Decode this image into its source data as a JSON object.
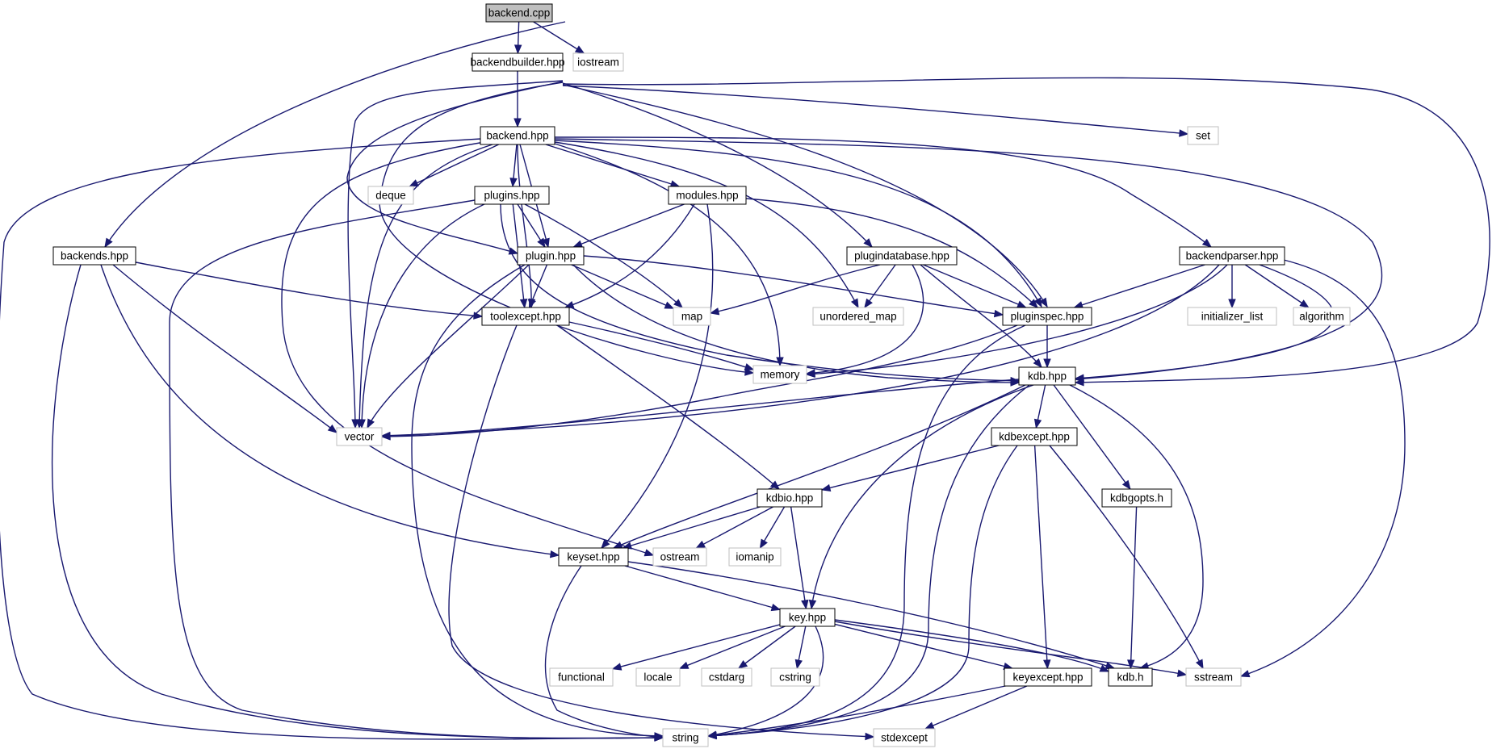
{
  "colors": {
    "edge": "#191970",
    "root_fill": "#bfbfbf",
    "root_stroke": "#000000",
    "local_stroke": "#000000",
    "system_stroke": "#bfbfbf",
    "node_fill": "#ffffff"
  },
  "graph": {
    "nodes": [
      {
        "id": "backend_cpp",
        "label": "backend.cpp",
        "kind": "root"
      },
      {
        "id": "backendbuilder_hpp",
        "label": "backendbuilder.hpp",
        "kind": "local"
      },
      {
        "id": "iostream",
        "label": "iostream",
        "kind": "system"
      },
      {
        "id": "backend_hpp",
        "label": "backend.hpp",
        "kind": "local"
      },
      {
        "id": "set",
        "label": "set",
        "kind": "system"
      },
      {
        "id": "deque",
        "label": "deque",
        "kind": "system"
      },
      {
        "id": "plugins_hpp",
        "label": "plugins.hpp",
        "kind": "local"
      },
      {
        "id": "modules_hpp",
        "label": "modules.hpp",
        "kind": "local"
      },
      {
        "id": "backends_hpp",
        "label": "backends.hpp",
        "kind": "local"
      },
      {
        "id": "plugin_hpp",
        "label": "plugin.hpp",
        "kind": "local"
      },
      {
        "id": "plugindatabase_hpp",
        "label": "plugindatabase.hpp",
        "kind": "local"
      },
      {
        "id": "backendparser_hpp",
        "label": "backendparser.hpp",
        "kind": "local"
      },
      {
        "id": "toolexcept_hpp",
        "label": "toolexcept.hpp",
        "kind": "local"
      },
      {
        "id": "map",
        "label": "map",
        "kind": "system"
      },
      {
        "id": "unordered_map",
        "label": "unordered_map",
        "kind": "system"
      },
      {
        "id": "pluginspec_hpp",
        "label": "pluginspec.hpp",
        "kind": "local"
      },
      {
        "id": "initializer_list",
        "label": "initializer_list",
        "kind": "system"
      },
      {
        "id": "algorithm",
        "label": "algorithm",
        "kind": "system"
      },
      {
        "id": "memory",
        "label": "memory",
        "kind": "system"
      },
      {
        "id": "kdb_hpp",
        "label": "kdb.hpp",
        "kind": "local"
      },
      {
        "id": "vector",
        "label": "vector",
        "kind": "system"
      },
      {
        "id": "kdbexcept_hpp",
        "label": "kdbexcept.hpp",
        "kind": "local"
      },
      {
        "id": "kdbio_hpp",
        "label": "kdbio.hpp",
        "kind": "local"
      },
      {
        "id": "kdbgopts_h",
        "label": "kdbgopts.h",
        "kind": "local"
      },
      {
        "id": "keyset_hpp",
        "label": "keyset.hpp",
        "kind": "local"
      },
      {
        "id": "ostream",
        "label": "ostream",
        "kind": "system"
      },
      {
        "id": "iomanip",
        "label": "iomanip",
        "kind": "system"
      },
      {
        "id": "key_hpp",
        "label": "key.hpp",
        "kind": "local"
      },
      {
        "id": "functional",
        "label": "functional",
        "kind": "system"
      },
      {
        "id": "locale",
        "label": "locale",
        "kind": "system"
      },
      {
        "id": "cstdarg",
        "label": "cstdarg",
        "kind": "system"
      },
      {
        "id": "cstring",
        "label": "cstring",
        "kind": "system"
      },
      {
        "id": "keyexcept_hpp",
        "label": "keyexcept.hpp",
        "kind": "local"
      },
      {
        "id": "kdb_h",
        "label": "kdb.h",
        "kind": "local"
      },
      {
        "id": "sstream",
        "label": "sstream",
        "kind": "system"
      },
      {
        "id": "string",
        "label": "string",
        "kind": "system"
      },
      {
        "id": "stdexcept",
        "label": "stdexcept",
        "kind": "system"
      }
    ],
    "edges": [
      {
        "from": "backend_cpp",
        "to": "backendbuilder_hpp"
      },
      {
        "from": "backend_cpp",
        "to": "iostream"
      },
      {
        "from": "backend_cpp",
        "to": "backends_hpp"
      },
      {
        "from": "backendbuilder_hpp",
        "to": "backend_hpp"
      },
      {
        "from": "backendbuilder_hpp",
        "to": "set"
      },
      {
        "from": "backendbuilder_hpp",
        "to": "kdb_hpp"
      },
      {
        "from": "backendbuilder_hpp",
        "to": "pluginspec_hpp"
      },
      {
        "from": "backendbuilder_hpp",
        "to": "plugindatabase_hpp"
      },
      {
        "from": "backendbuilder_hpp",
        "to": "vector"
      },
      {
        "from": "backendbuilder_hpp",
        "to": "plugin_hpp"
      },
      {
        "from": "backendbuilder_hpp",
        "to": "memory"
      },
      {
        "from": "backend_hpp",
        "to": "deque"
      },
      {
        "from": "backend_hpp",
        "to": "plugins_hpp"
      },
      {
        "from": "backend_hpp",
        "to": "modules_hpp"
      },
      {
        "from": "backend_hpp",
        "to": "plugin_hpp"
      },
      {
        "from": "backend_hpp",
        "to": "toolexcept_hpp"
      },
      {
        "from": "backend_hpp",
        "to": "memory"
      },
      {
        "from": "backend_hpp",
        "to": "unordered_map"
      },
      {
        "from": "backend_hpp",
        "to": "pluginspec_hpp"
      },
      {
        "from": "backend_hpp",
        "to": "backendparser_hpp"
      },
      {
        "from": "backend_hpp",
        "to": "kdb_hpp"
      },
      {
        "from": "backend_hpp",
        "to": "vector"
      },
      {
        "from": "backend_hpp",
        "to": "string"
      },
      {
        "from": "backend_hpp",
        "to": "ostream"
      },
      {
        "from": "plugins_hpp",
        "to": "plugin_hpp"
      },
      {
        "from": "plugins_hpp",
        "to": "toolexcept_hpp"
      },
      {
        "from": "plugins_hpp",
        "to": "map"
      },
      {
        "from": "plugins_hpp",
        "to": "vector"
      },
      {
        "from": "plugins_hpp",
        "to": "string"
      },
      {
        "from": "plugins_hpp",
        "to": "kdb_hpp"
      },
      {
        "from": "modules_hpp",
        "to": "plugin_hpp"
      },
      {
        "from": "modules_hpp",
        "to": "toolexcept_hpp"
      },
      {
        "from": "modules_hpp",
        "to": "pluginspec_hpp"
      },
      {
        "from": "modules_hpp",
        "to": "keyset_hpp"
      },
      {
        "from": "backends_hpp",
        "to": "toolexcept_hpp"
      },
      {
        "from": "backends_hpp",
        "to": "vector"
      },
      {
        "from": "backends_hpp",
        "to": "keyset_hpp"
      },
      {
        "from": "backends_hpp",
        "to": "string"
      },
      {
        "from": "plugin_hpp",
        "to": "toolexcept_hpp"
      },
      {
        "from": "plugin_hpp",
        "to": "map"
      },
      {
        "from": "plugin_hpp",
        "to": "pluginspec_hpp"
      },
      {
        "from": "plugin_hpp",
        "to": "kdb_hpp"
      },
      {
        "from": "plugin_hpp",
        "to": "vector"
      },
      {
        "from": "plugin_hpp",
        "to": "string"
      },
      {
        "from": "plugindatabase_hpp",
        "to": "map"
      },
      {
        "from": "plugindatabase_hpp",
        "to": "unordered_map"
      },
      {
        "from": "plugindatabase_hpp",
        "to": "pluginspec_hpp"
      },
      {
        "from": "plugindatabase_hpp",
        "to": "memory"
      },
      {
        "from": "plugindatabase_hpp",
        "to": "kdb_hpp"
      },
      {
        "from": "backendparser_hpp",
        "to": "pluginspec_hpp"
      },
      {
        "from": "backendparser_hpp",
        "to": "initializer_list"
      },
      {
        "from": "backendparser_hpp",
        "to": "algorithm"
      },
      {
        "from": "backendparser_hpp",
        "to": "kdb_hpp"
      },
      {
        "from": "backendparser_hpp",
        "to": "memory"
      },
      {
        "from": "backendparser_hpp",
        "to": "vector"
      },
      {
        "from": "backendparser_hpp",
        "to": "sstream"
      },
      {
        "from": "toolexcept_hpp",
        "to": "memory"
      },
      {
        "from": "toolexcept_hpp",
        "to": "kdbio_hpp"
      },
      {
        "from": "toolexcept_hpp",
        "to": "stdexcept"
      },
      {
        "from": "pluginspec_hpp",
        "to": "kdb_hpp"
      },
      {
        "from": "pluginspec_hpp",
        "to": "vector"
      },
      {
        "from": "pluginspec_hpp",
        "to": "string"
      },
      {
        "from": "kdb_hpp",
        "to": "vector"
      },
      {
        "from": "kdb_hpp",
        "to": "kdbexcept_hpp"
      },
      {
        "from": "kdb_hpp",
        "to": "kdbgopts_h"
      },
      {
        "from": "kdb_hpp",
        "to": "keyset_hpp"
      },
      {
        "from": "kdb_hpp",
        "to": "key_hpp"
      },
      {
        "from": "kdb_hpp",
        "to": "string"
      },
      {
        "from": "kdb_hpp",
        "to": "kdb_h"
      },
      {
        "from": "kdbexcept_hpp",
        "to": "kdbio_hpp"
      },
      {
        "from": "kdbexcept_hpp",
        "to": "keyexcept_hpp"
      },
      {
        "from": "kdbexcept_hpp",
        "to": "string"
      },
      {
        "from": "kdbexcept_hpp",
        "to": "sstream"
      },
      {
        "from": "kdbgopts_h",
        "to": "kdb_h"
      },
      {
        "from": "kdbio_hpp",
        "to": "keyset_hpp"
      },
      {
        "from": "kdbio_hpp",
        "to": "ostream"
      },
      {
        "from": "kdbio_hpp",
        "to": "iomanip"
      },
      {
        "from": "kdbio_hpp",
        "to": "key_hpp"
      },
      {
        "from": "keyset_hpp",
        "to": "key_hpp"
      },
      {
        "from": "keyset_hpp",
        "to": "kdb_h"
      },
      {
        "from": "keyset_hpp",
        "to": "string"
      },
      {
        "from": "key_hpp",
        "to": "functional"
      },
      {
        "from": "key_hpp",
        "to": "locale"
      },
      {
        "from": "key_hpp",
        "to": "cstdarg"
      },
      {
        "from": "key_hpp",
        "to": "cstring"
      },
      {
        "from": "key_hpp",
        "to": "keyexcept_hpp"
      },
      {
        "from": "key_hpp",
        "to": "kdb_h"
      },
      {
        "from": "key_hpp",
        "to": "sstream"
      },
      {
        "from": "key_hpp",
        "to": "string"
      },
      {
        "from": "keyexcept_hpp",
        "to": "string"
      },
      {
        "from": "keyexcept_hpp",
        "to": "stdexcept"
      }
    ]
  }
}
